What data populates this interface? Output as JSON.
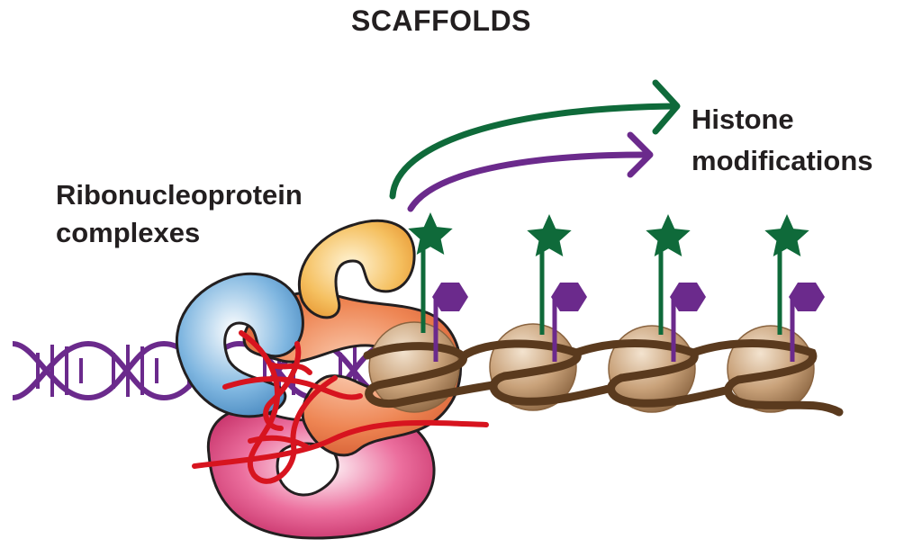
{
  "title": "SCAFFOLDS",
  "labels": {
    "rnp_line1": "Ribonucleoprotein",
    "rnp_line2": "complexes",
    "histone_line1": "Histone",
    "histone_line2": "modifications"
  },
  "colors": {
    "dna": "#6b2a8c",
    "rna": "#d7141f",
    "nucleosome": "#c7a27c",
    "chromatin_fiber": "#5a3a1e",
    "mark_star": "#0f6a3a",
    "mark_hexagon": "#6b2a8c",
    "protein_blue": "#4f93c9",
    "protein_yellow": "#f0a73a",
    "protein_orange": "#e0673a",
    "protein_pink": "#d0276b"
  },
  "icons": [
    "dna-helix-icon",
    "star-mark-icon",
    "hexagon-mark-icon",
    "arrow-icon"
  ]
}
